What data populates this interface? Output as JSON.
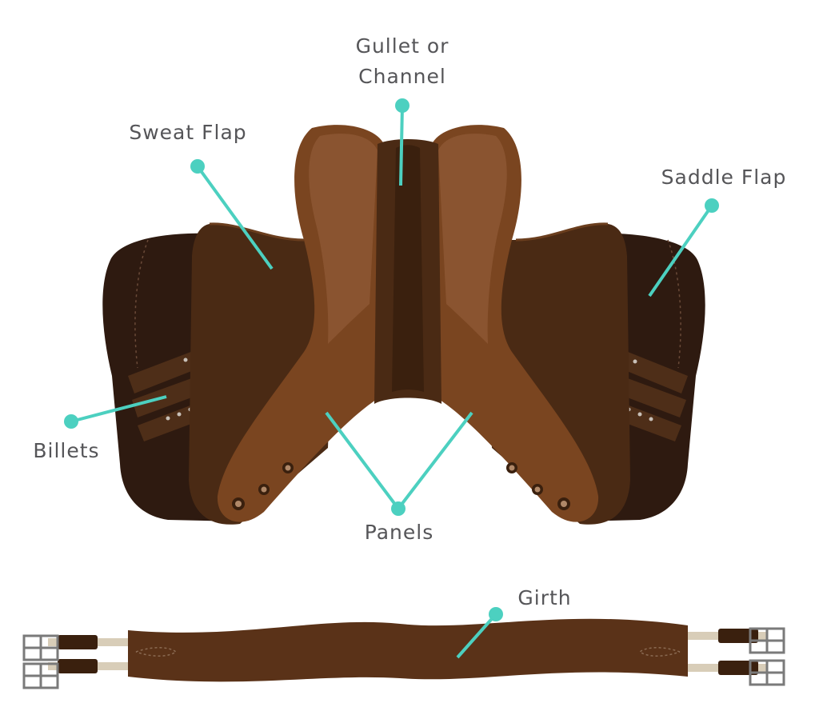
{
  "labels": {
    "gullet_line1": "Gullet or",
    "gullet_line2": "Channel",
    "sweat_flap": "Sweat Flap",
    "saddle_flap": "Saddle Flap",
    "billets": "Billets",
    "panels": "Panels",
    "girth": "Girth"
  },
  "colors": {
    "pointer": "#4cd0c0",
    "label_text": "#555558",
    "flap_dark": "#2e1a10",
    "sweat_flap": "#4a2a14",
    "seat": "#6b3e1e",
    "seat_highlight": "#8a5430",
    "panel": "#7a4520",
    "girth": "#5a3218",
    "buckle": "#7a7a7a"
  },
  "icons": {
    "pointer_dot": "circle-dot-icon",
    "buckle": "buckle-icon"
  }
}
